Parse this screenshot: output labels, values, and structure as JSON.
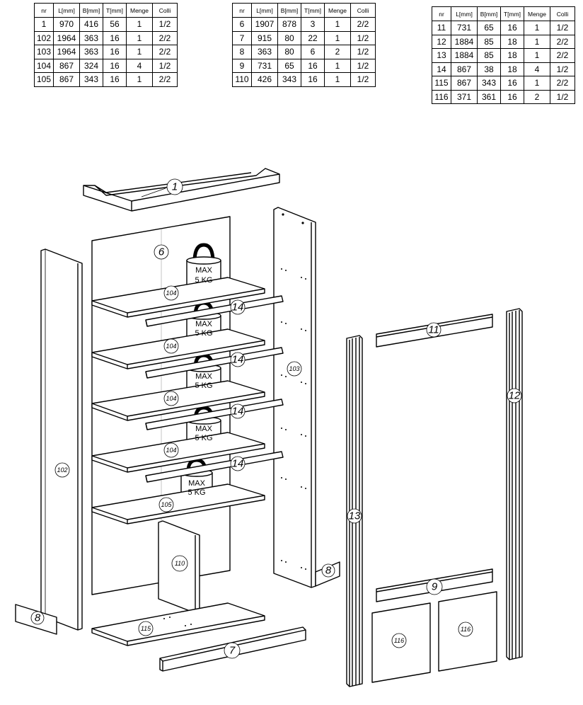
{
  "tables": [
    {
      "headers": [
        "nr",
        "L[mm]",
        "B[mm]",
        "T[mm]",
        "Menge",
        "Colli"
      ],
      "rows": [
        [
          "1",
          "970",
          "416",
          "56",
          "1",
          "1/2"
        ],
        [
          "102",
          "1964",
          "363",
          "16",
          "1",
          "2/2"
        ],
        [
          "103",
          "1964",
          "363",
          "16",
          "1",
          "2/2"
        ],
        [
          "104",
          "867",
          "324",
          "16",
          "4",
          "1/2"
        ],
        [
          "105",
          "867",
          "343",
          "16",
          "1",
          "2/2"
        ]
      ]
    },
    {
      "headers": [
        "nr",
        "L[mm]",
        "B[mm]",
        "T[mm]",
        "Menge",
        "Colli"
      ],
      "rows": [
        [
          "6",
          "1907",
          "878",
          "3",
          "1",
          "2/2"
        ],
        [
          "7",
          "915",
          "80",
          "22",
          "1",
          "1/2"
        ],
        [
          "8",
          "363",
          "80",
          "6",
          "2",
          "1/2"
        ],
        [
          "9",
          "731",
          "65",
          "16",
          "1",
          "1/2"
        ],
        [
          "110",
          "426",
          "343",
          "16",
          "1",
          "1/2"
        ]
      ]
    },
    {
      "headers": [
        "nr",
        "L[mm]",
        "B[mm]",
        "T[mm]",
        "Menge",
        "Colli"
      ],
      "rows": [
        [
          "11",
          "731",
          "65",
          "16",
          "1",
          "1/2"
        ],
        [
          "12",
          "1884",
          "85",
          "18",
          "1",
          "2/2"
        ],
        [
          "13",
          "1884",
          "85",
          "18",
          "1",
          "2/2"
        ],
        [
          "14",
          "867",
          "38",
          "18",
          "4",
          "1/2"
        ],
        [
          "115",
          "867",
          "343",
          "16",
          "1",
          "2/2"
        ],
        [
          "116",
          "371",
          "361",
          "16",
          "2",
          "1/2"
        ]
      ]
    }
  ],
  "drawing": {
    "part_labels": {
      "p1": "1",
      "p6": "6",
      "p7": "7",
      "p8_left": "8",
      "p8_right": "8",
      "p9": "9",
      "p11": "11",
      "p12": "12",
      "p13": "13",
      "p14_a": "14",
      "p14_b": "14",
      "p14_c": "14",
      "p14_d": "14",
      "p102": "102",
      "p103": "103",
      "p104_a": "104",
      "p104_b": "104",
      "p104_c": "104",
      "p104_d": "104",
      "p105": "105",
      "p110": "110",
      "p115": "115",
      "p116_left": "116",
      "p116_right": "116"
    },
    "load_label": {
      "line1": "MAX",
      "line2": "5 KG"
    }
  }
}
